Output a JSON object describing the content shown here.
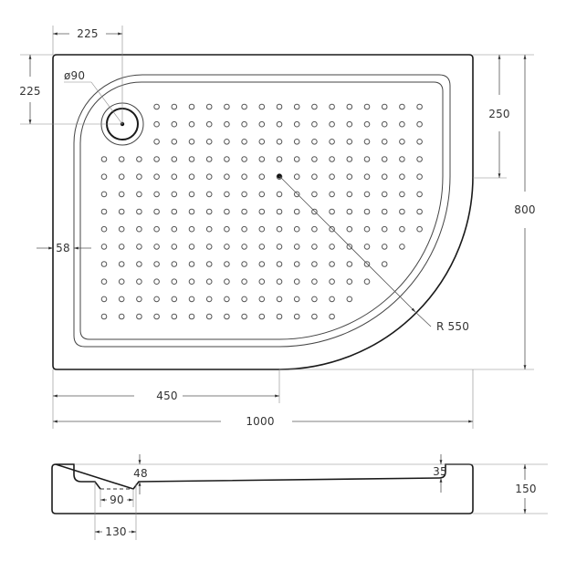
{
  "drawing": {
    "title": "Quarter-round shower tray technical drawing",
    "colors": {
      "outline": "#1a1a1a",
      "dimension": "#555555",
      "text": "#333333",
      "background": "#ffffff"
    }
  },
  "plan_view": {
    "dimensions": {
      "drain_offset_x": "225",
      "drain_offset_y": "225",
      "drain_diameter": "ø90",
      "straight_side_right": "250",
      "total_depth": "800",
      "rim_width": "58",
      "curve_radius": "R 550",
      "straight_side_bottom": "450",
      "total_width": "1000"
    },
    "anti_slip_dots": {
      "rows": 13,
      "columns_max": 19,
      "row_lengths": [
        16,
        16,
        16,
        19,
        19,
        19,
        19,
        19,
        18,
        17,
        16,
        15,
        14
      ],
      "row_start_column": [
        3,
        3,
        3,
        0,
        0,
        0,
        0,
        0,
        0,
        0,
        0,
        0,
        0
      ]
    }
  },
  "side_view": {
    "dimensions": {
      "drain_depth": "48",
      "drain_inner_width": "90",
      "drain_outer_width": "130",
      "rim_depth_right": "35",
      "total_height": "150"
    }
  }
}
